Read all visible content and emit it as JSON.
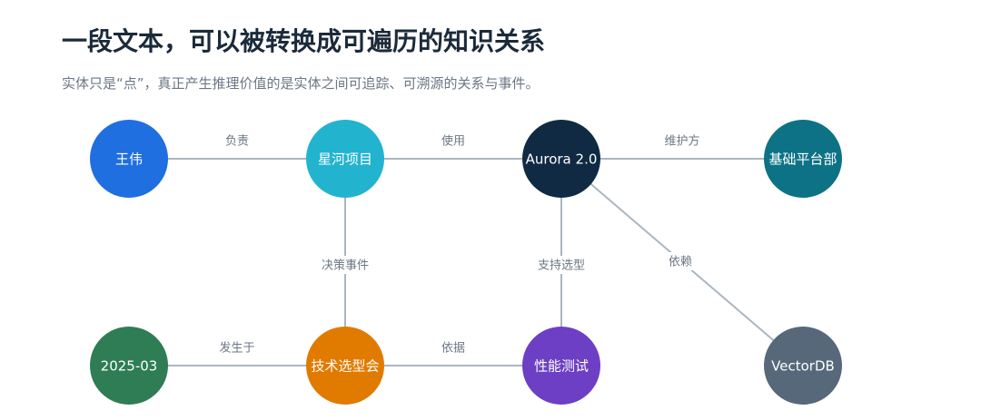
{
  "header": {
    "title": "一段文本，可以被转换成可遍历的知识关系",
    "subtitle": "实体只是“点”，真正产生推理价值的是实体之间可追踪、可溯源的关系与事件。"
  },
  "graph": {
    "nodes": [
      {
        "id": "wangwei",
        "label": "王伟",
        "color": "#1f6fe0"
      },
      {
        "id": "xinghe",
        "label": "星河项目",
        "color": "#22b3cf"
      },
      {
        "id": "aurora",
        "label": "Aurora 2.0",
        "color": "#102a43"
      },
      {
        "id": "jichu",
        "label": "基础平台部",
        "color": "#0d7285"
      },
      {
        "id": "date",
        "label": "2025-03",
        "color": "#2e7d55"
      },
      {
        "id": "meeting",
        "label": "技术选型会",
        "color": "#e07b00"
      },
      {
        "id": "perf",
        "label": "性能测试",
        "color": "#6c3fc4"
      },
      {
        "id": "vectordb",
        "label": "VectorDB",
        "color": "#56687a"
      }
    ],
    "edges": [
      {
        "from": "wangwei",
        "to": "xinghe",
        "label": "负责"
      },
      {
        "from": "xinghe",
        "to": "aurora",
        "label": "使用"
      },
      {
        "from": "aurora",
        "to": "jichu",
        "label": "维护方"
      },
      {
        "from": "xinghe",
        "to": "meeting",
        "label": "决策事件"
      },
      {
        "from": "aurora",
        "to": "perf",
        "label": "支持选型"
      },
      {
        "from": "aurora",
        "to": "vectordb",
        "label": "依赖"
      },
      {
        "from": "date",
        "to": "meeting",
        "label": "发生于"
      },
      {
        "from": "meeting",
        "to": "perf",
        "label": "依据"
      }
    ]
  }
}
